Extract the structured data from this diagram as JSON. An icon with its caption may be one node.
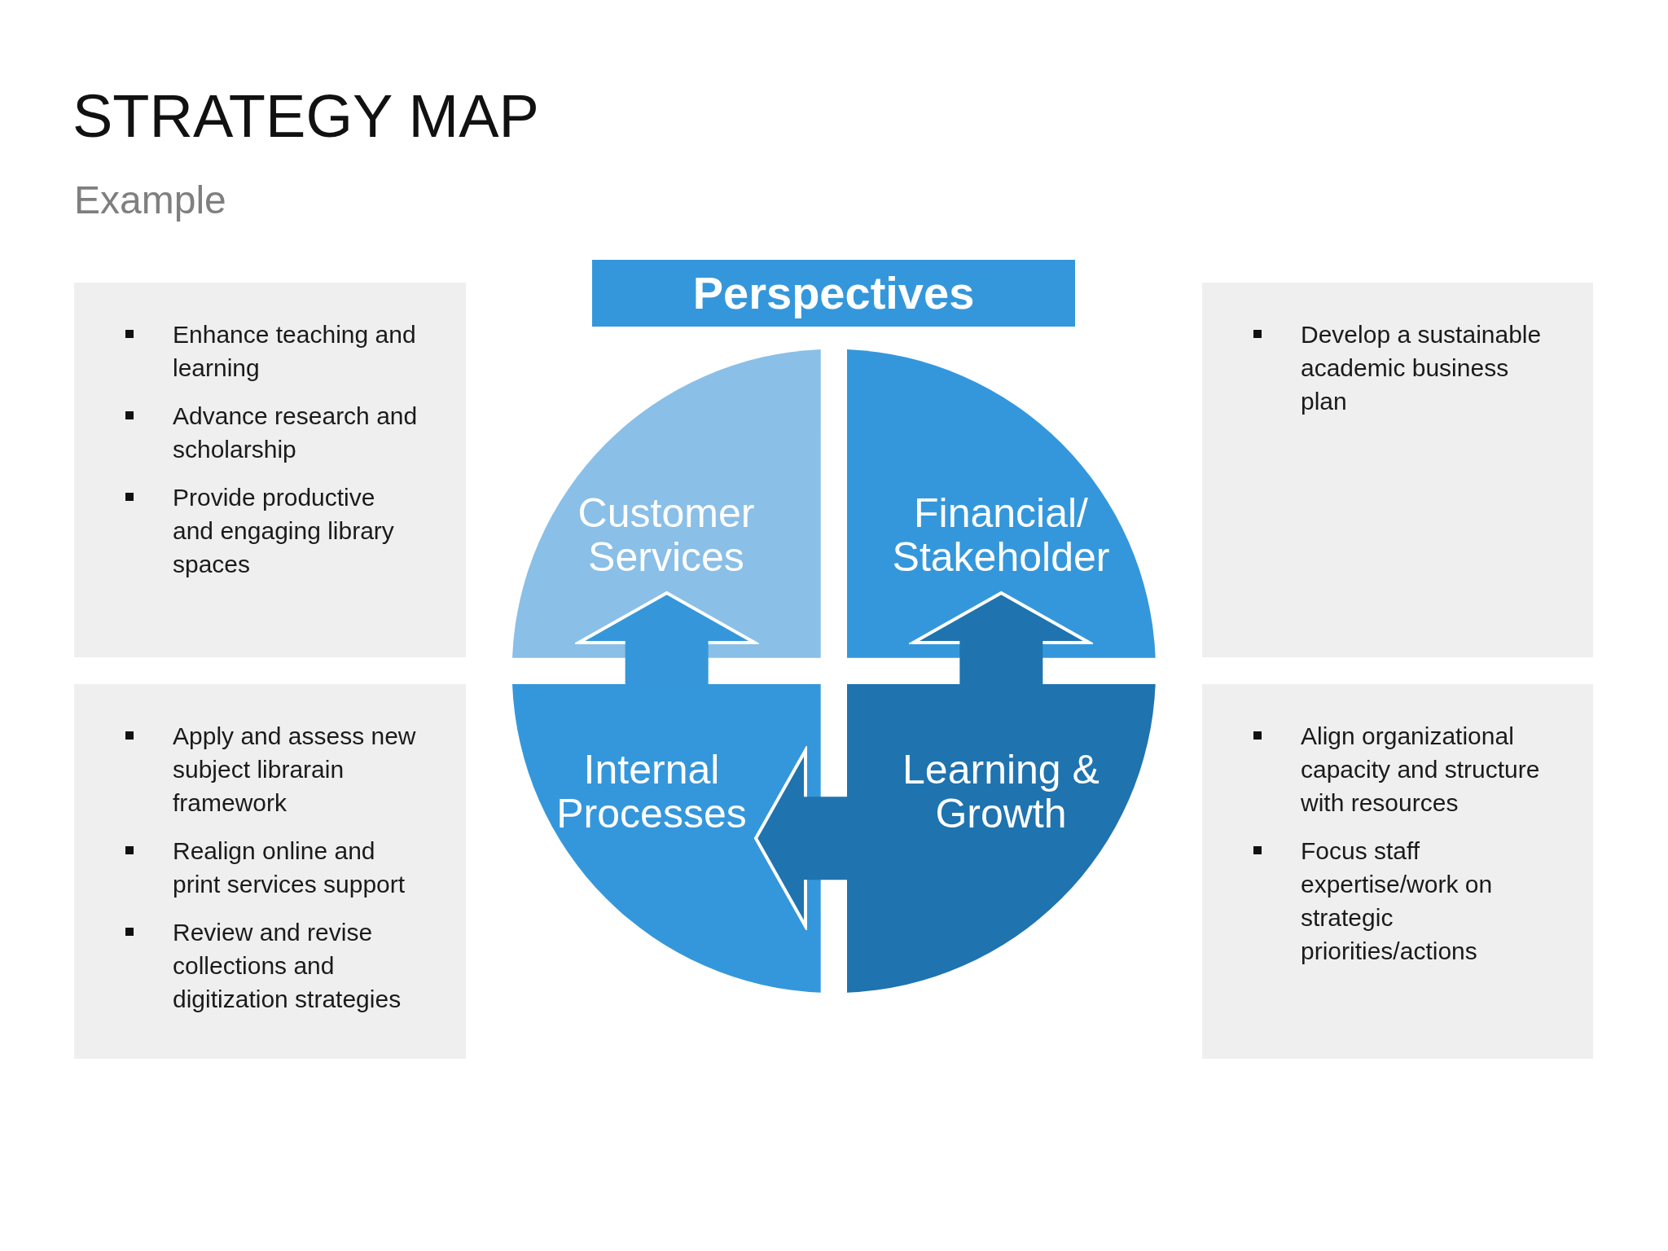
{
  "diagram": {
    "title": "STRATEGY MAP",
    "nodes": [
      {
        "text": [
          "Perspectives"
        ]
      },
      {
        "text": [
          "Enhance teaching and learning",
          "Advance research and scholarship",
          "Provide productive and engaging library spaces"
        ]
      },
      {
        "text": [
          "Customer Services"
        ]
      },
      {
        "text": [
          "Financial/ Stakeholder"
        ]
      },
      {
        "text": [
          "Develop a sustainable academic business plan"
        ]
      },
      {
        "text": [
          "Apply and assess new subject librarain framework",
          "Realign online and print services support",
          "Review and revise collections and digitization strategies"
        ]
      },
      {
        "text": [
          "Internal Processes"
        ]
      },
      {
        "text": [
          "Learning & Growth"
        ]
      },
      {
        "text": [
          "Align organizational capacity and structure with resources",
          "Focus staff expertise/work on strategic priorities/actions"
        ]
      }
    ],
    "edges": [
      {
        "from": 6,
        "to": 2,
        "arrow": "to",
        "color": "#3597d9"
      },
      {
        "from": 7,
        "to": 3,
        "arrow": "to"
      },
      {
        "from": 7,
        "to": 6,
        "arrow": "to"
      }
    ],
    "labels": [
      "Example"
    ]
  }
}
